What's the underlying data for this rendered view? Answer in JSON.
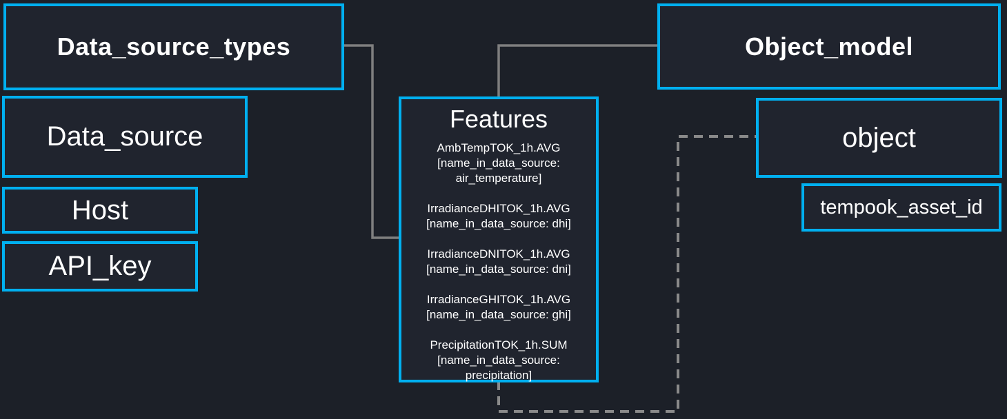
{
  "canvas": {
    "background_color": "#1c2028",
    "accent_color": "#00b0f0",
    "solid_line_color": "#7f7f7f",
    "dashed_line_color": "#8a8a8a",
    "text_color": "#ffffff"
  },
  "boxes": {
    "data_source_types": {
      "label": "Data_source_types"
    },
    "data_source": {
      "label": "Data_source"
    },
    "host": {
      "label": "Host"
    },
    "api_key": {
      "label": "API_key"
    },
    "object_model": {
      "label": "Object_model"
    },
    "object": {
      "label": "object"
    },
    "tempook_asset_id": {
      "label": "tempook_asset_id"
    },
    "features": {
      "title": "Features",
      "items": [
        {
          "name": "AmbTempTOK_1h.AVG",
          "mapping": "[name_in_data_source: air_temperature]"
        },
        {
          "name": "IrradianceDHITOK_1h.AVG",
          "mapping": "[name_in_data_source: dhi]"
        },
        {
          "name": "IrradianceDNITOK_1h.AVG",
          "mapping": "[name_in_data_source: dni]"
        },
        {
          "name": "IrradianceGHITOK_1h.AVG",
          "mapping": "[name_in_data_source: ghi]"
        },
        {
          "name": "PrecipitationTOK_1h.SUM",
          "mapping": "[name_in_data_source: precipitation]"
        }
      ]
    }
  },
  "connectors": [
    {
      "from": "Data_source_types",
      "to": "Features",
      "style": "solid"
    },
    {
      "from": "Object_model",
      "to": "Features",
      "style": "solid"
    },
    {
      "from": "Features",
      "to": "object",
      "style": "dashed"
    }
  ]
}
